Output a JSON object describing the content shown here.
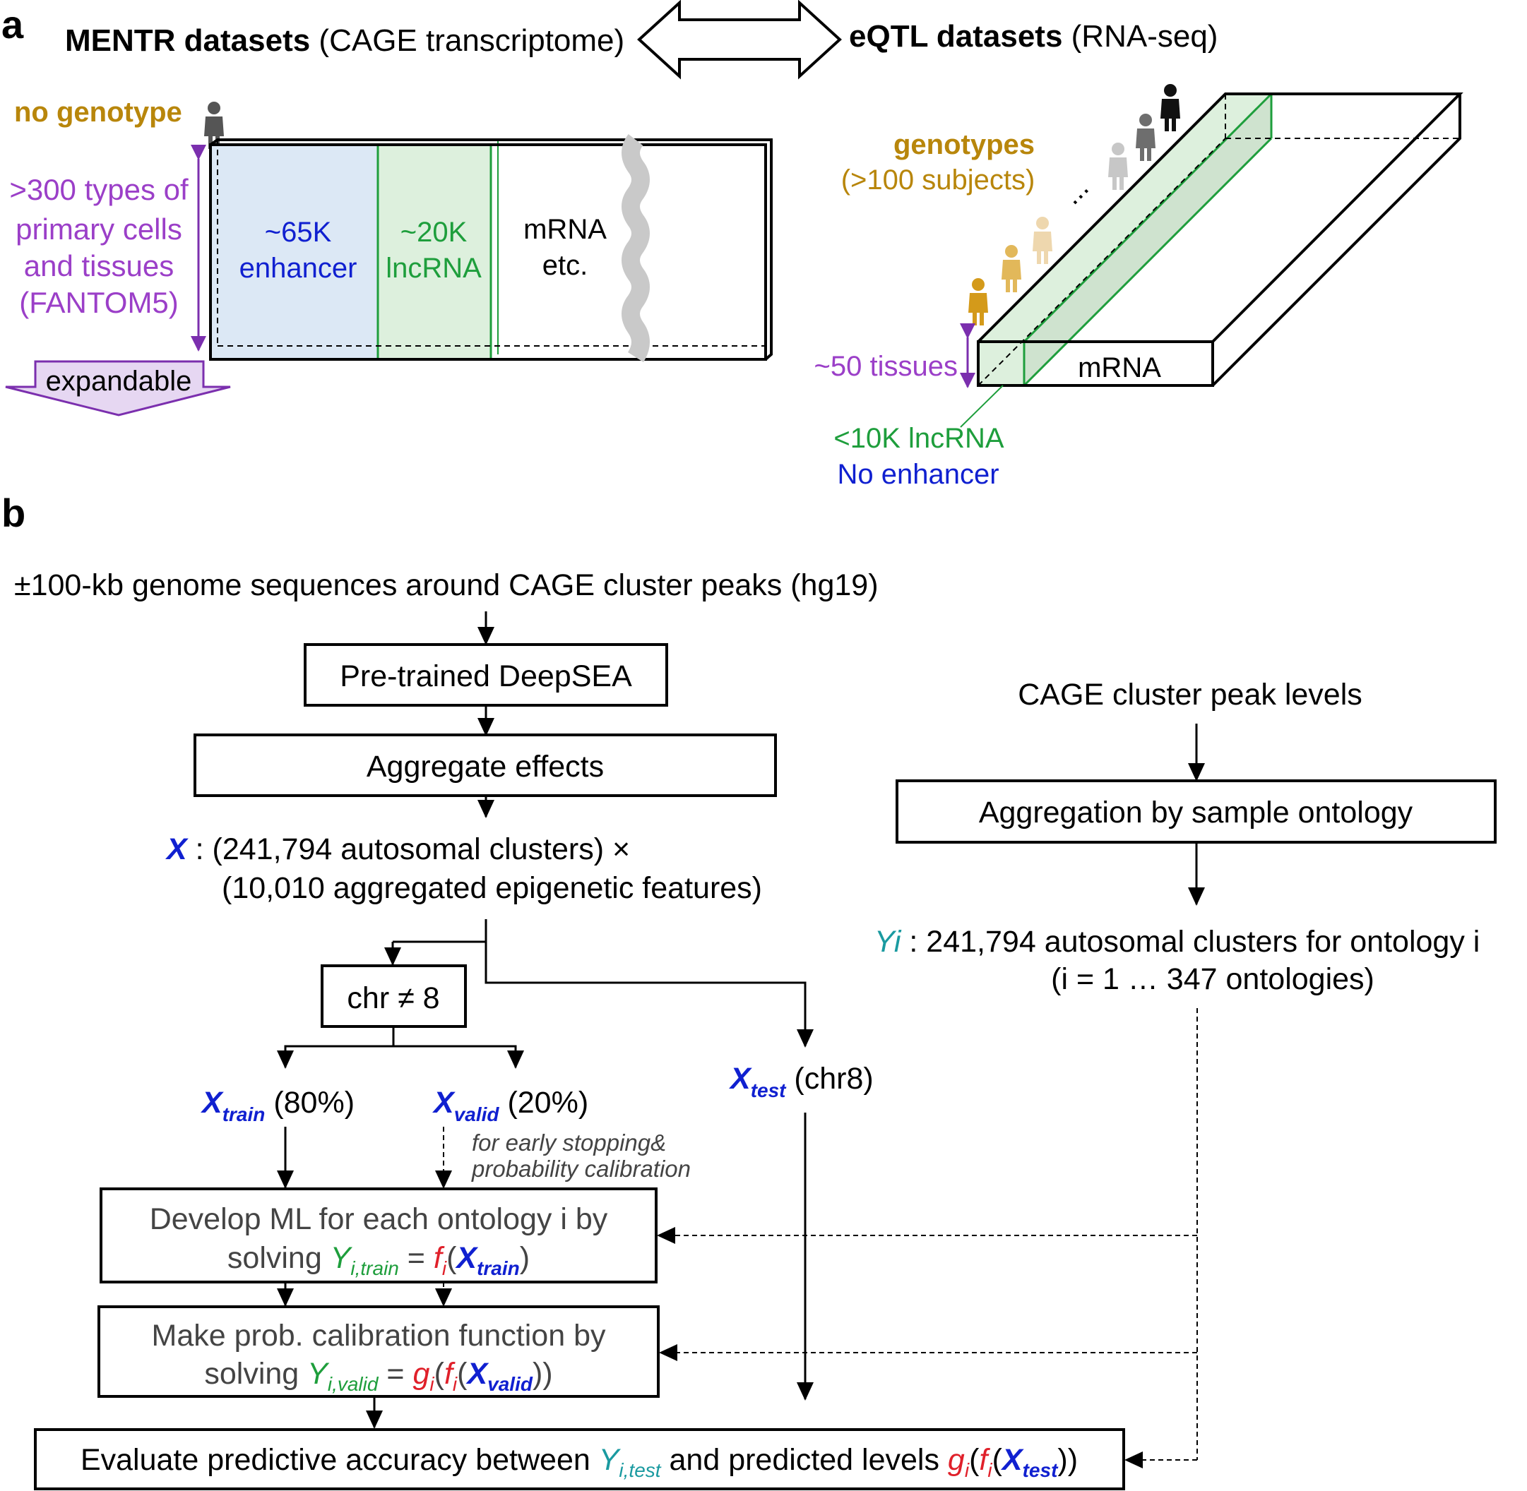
{
  "colors": {
    "black": "#000000",
    "gold": "#B8860B",
    "purple": "#9B3FC8",
    "blue": "#1020D0",
    "green": "#1E9E3C",
    "teal": "#1A9AA0",
    "red": "#E0202A",
    "gray_text": "#444444",
    "enhancer_fill": "#DCE8F5",
    "lncrna_fill": "#DDF0DD"
  },
  "panel_a": {
    "label": "a",
    "mentr_title_bold": "MENTR datasets",
    "mentr_title_rest": " (CAGE transcriptome)",
    "eqtl_title_bold": "eQTL datasets",
    "eqtl_title_rest": " (RNA-seq)",
    "no_genotype": "no genotype",
    "cell_types": [
      ">300 types of",
      "primary cells",
      "and tissues",
      "(FANTOM5)"
    ],
    "expandable": "expandable",
    "enhancer": [
      "~65K",
      "enhancer"
    ],
    "lncrna": [
      "~20K",
      "lncRNA"
    ],
    "mrna_left": [
      "mRNA",
      "etc."
    ],
    "genotypes": "genotypes",
    "subjects": "(>100 subjects)",
    "dots": "...",
    "tissues": "~50 tissues",
    "mrna_right": "mRNA",
    "lncrna_right": "<10K lncRNA",
    "no_enhancer": "No enhancer"
  },
  "panel_b": {
    "label": "b",
    "genome_seq": "±100-kb genome sequences around CAGE cluster peaks (hg19)",
    "deepsea": "Pre-trained DeepSEA",
    "aggregate": "Aggregate effects",
    "x_symbol": "X",
    "x_desc1": " : (241,794 autosomal clusters) ×",
    "x_desc2": "(10,010 aggregated epigenetic features)",
    "cage_levels": "CAGE cluster peak levels",
    "aggregation_ontology": "Aggregation by sample ontology",
    "yi_symbol": "Yi",
    "yi_desc": " : 241,794 autosomal clusters for ontology i",
    "yi_range": "(i = 1 … 347 ontologies)",
    "chr_split": "chr ≠ 8",
    "x_sym": "X",
    "train_sub": "train",
    "train_pct": " (80%)",
    "valid_sub": "valid",
    "valid_pct": " (20%)",
    "test_sub": "test",
    "test_chr": " (chr8)",
    "early_stop": [
      "for early stopping&",
      "probability calibration"
    ],
    "develop_line1": "Develop ML for each ontology i by",
    "develop_solving": "solving ",
    "calib_line1": "Make prob. calibration function by",
    "calib_solving": "solving ",
    "y_sym": "Y",
    "f_sym": "f",
    "g_sym": "g",
    "i_sub": "i",
    "i_train_sub": "i,train",
    "i_valid_sub": "i,valid",
    "i_test_sub": "i,test",
    "eq": " = ",
    "evaluate_pre": "Evaluate predictive accuracy between ",
    "evaluate_mid": " and predicted levels "
  }
}
